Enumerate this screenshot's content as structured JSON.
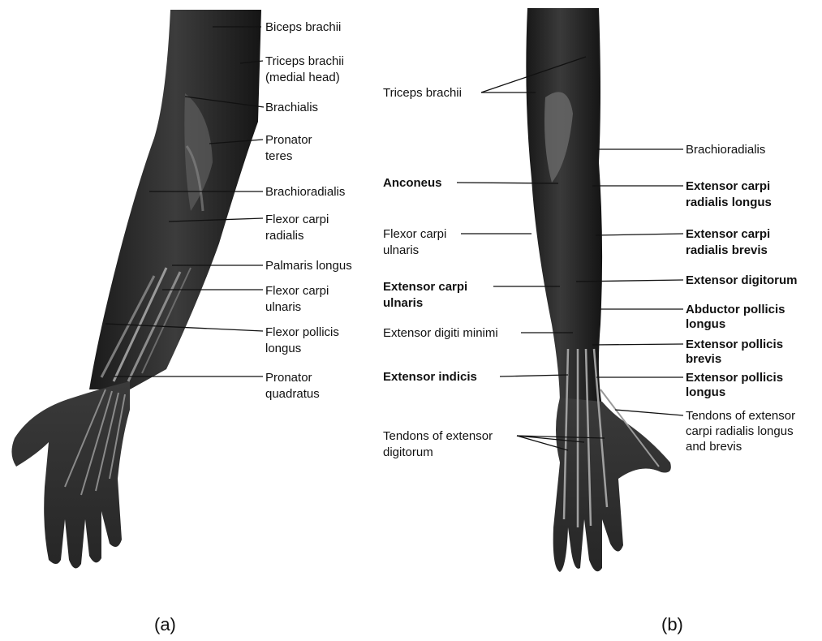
{
  "panel_a": {
    "caption": "(a)",
    "labels": [
      [
        "Biceps brachii"
      ],
      [
        "Triceps brachii",
        "(medial head)"
      ],
      [
        "Brachialis"
      ],
      [
        "Pronator",
        "teres"
      ],
      [
        "Brachioradialis"
      ],
      [
        "Flexor carpi",
        "radialis"
      ],
      [
        "Palmaris longus"
      ],
      [
        "Flexor carpi",
        "ulnaris"
      ],
      [
        "Flexor pollicis",
        "longus"
      ],
      [
        "Pronator",
        "quadratus"
      ]
    ]
  },
  "panel_b": {
    "caption": "(b)",
    "labels_left": [
      [
        "Triceps brachii"
      ],
      [
        "Anconeus"
      ],
      [
        "Flexor carpi",
        "ulnaris"
      ],
      [
        "Extensor carpi",
        "ulnaris"
      ],
      [
        "Extensor digiti minimi"
      ],
      [
        "Extensor indicis"
      ],
      [
        "Tendons of extensor",
        "digitorum"
      ]
    ],
    "labels_right": [
      [
        "Brachioradialis"
      ],
      [
        "Extensor carpi",
        "radialis longus"
      ],
      [
        "Extensor carpi",
        "radialis brevis"
      ],
      [
        "Extensor digitorum"
      ],
      [
        "Abductor pollicis",
        "longus"
      ],
      [
        "Extensor pollicis",
        "brevis"
      ],
      [
        "Extensor pollicis",
        "longus"
      ],
      [
        "Tendons of extensor",
        "carpi radialis longus",
        "and brevis"
      ]
    ]
  }
}
